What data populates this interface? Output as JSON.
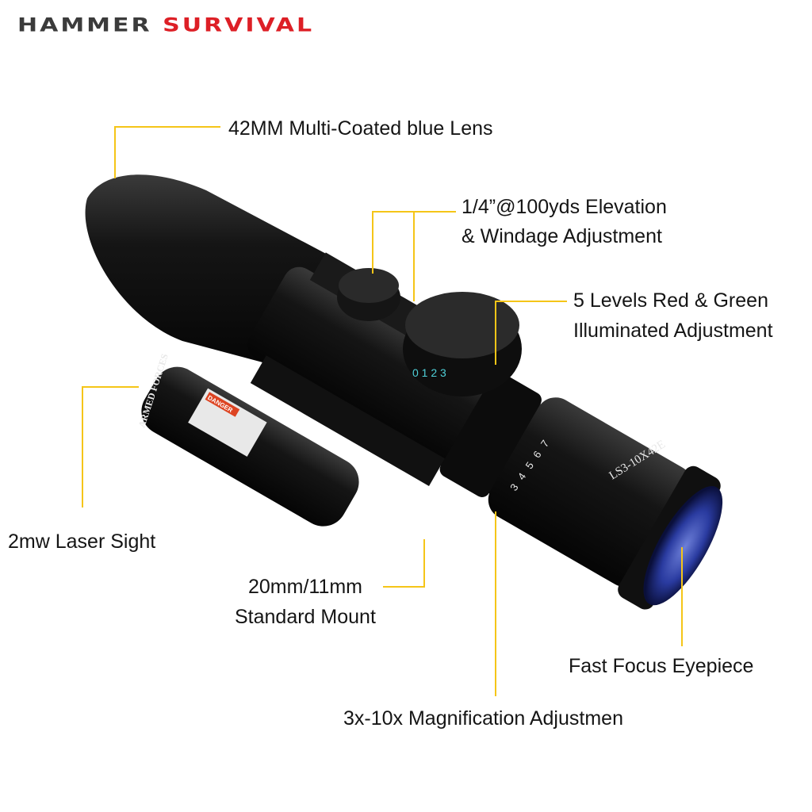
{
  "logo": {
    "part1": "HAMMER",
    "part2": "SURVIVAL",
    "colors": {
      "part1": "#3b3b3b",
      "part2": "#dd1f26"
    }
  },
  "callouts": {
    "lens": "42MM Multi-Coated blue Lens",
    "elevation_line1": "1/4”@100yds Elevation",
    "elevation_line2": "& Windage Adjustment",
    "illumination_line1": "5 Levels Red & Green",
    "illumination_line2": "Illuminated Adjustment",
    "laser": "2mw Laser Sight",
    "mount_line1": "20mm/11mm",
    "mount_line2": "Standard Mount",
    "eyepiece": "Fast Focus Eyepiece",
    "magnification": "3x-10x Magnification Adjustmen"
  },
  "leader_color": "#f5c518",
  "product_markings": {
    "model": "LS3-10X42E",
    "dial_numbers": "0 1 2 3",
    "zoom_numbers": "3 4 5 6 7",
    "laser_brand": "ARMED FORCES",
    "laser_warning": "DANGER"
  }
}
